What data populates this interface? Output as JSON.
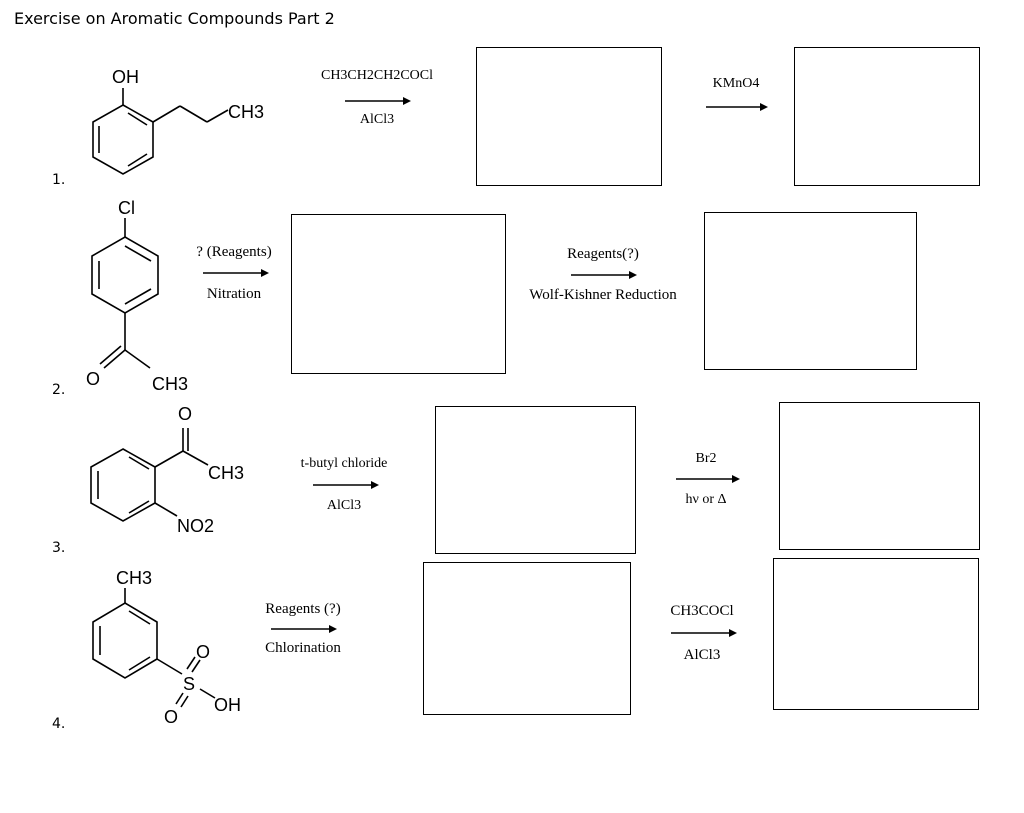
{
  "title": "Exercise on Aromatic Compounds Part 2",
  "problems": [
    {
      "number": "1.",
      "substituents": {
        "top": "OH",
        "chain_end": "CH3"
      },
      "step1": {
        "above": "CH3CH2CH2COCl",
        "below": "AlCl3"
      },
      "step2": {
        "above": "KMnO4",
        "below": ""
      }
    },
    {
      "number": "2.",
      "substituents": {
        "top": "Cl",
        "carbonyl_o": "O",
        "methyl": "CH3"
      },
      "step1": {
        "above": "? (Reagents)",
        "below": "Nitration"
      },
      "step2": {
        "above": "Reagents(?)",
        "below": "Wolf-Kishner Reduction"
      }
    },
    {
      "number": "3.",
      "substituents": {
        "carbonyl_o": "O",
        "methyl": "CH3",
        "nitro": "NO2"
      },
      "step1": {
        "above": "t-butyl chloride",
        "below": "AlCl3"
      },
      "step2": {
        "above": "Br2",
        "below": "hν or Δ"
      }
    },
    {
      "number": "4.",
      "substituents": {
        "methyl": "CH3",
        "o1": "O",
        "s": "S",
        "o2": "O",
        "oh": "OH"
      },
      "step1": {
        "above": "Reagents (?)",
        "below": "Chlorination"
      },
      "step2": {
        "above": "CH3COCl",
        "below": "AlCl3"
      }
    }
  ]
}
